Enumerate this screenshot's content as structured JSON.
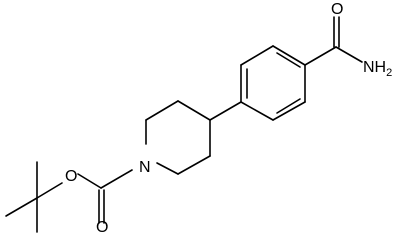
{
  "atoms": {
    "ring_nitrogen": "N",
    "ester_oxygen": "O",
    "carbonyl_oxygen_carbamate": "O",
    "carbonyl_oxygen_amide": "O",
    "amide_nitrogen": "NH",
    "amide_nitrogen_subscript": "2"
  },
  "colors": {
    "bond": "#000000",
    "background": "#ffffff"
  }
}
